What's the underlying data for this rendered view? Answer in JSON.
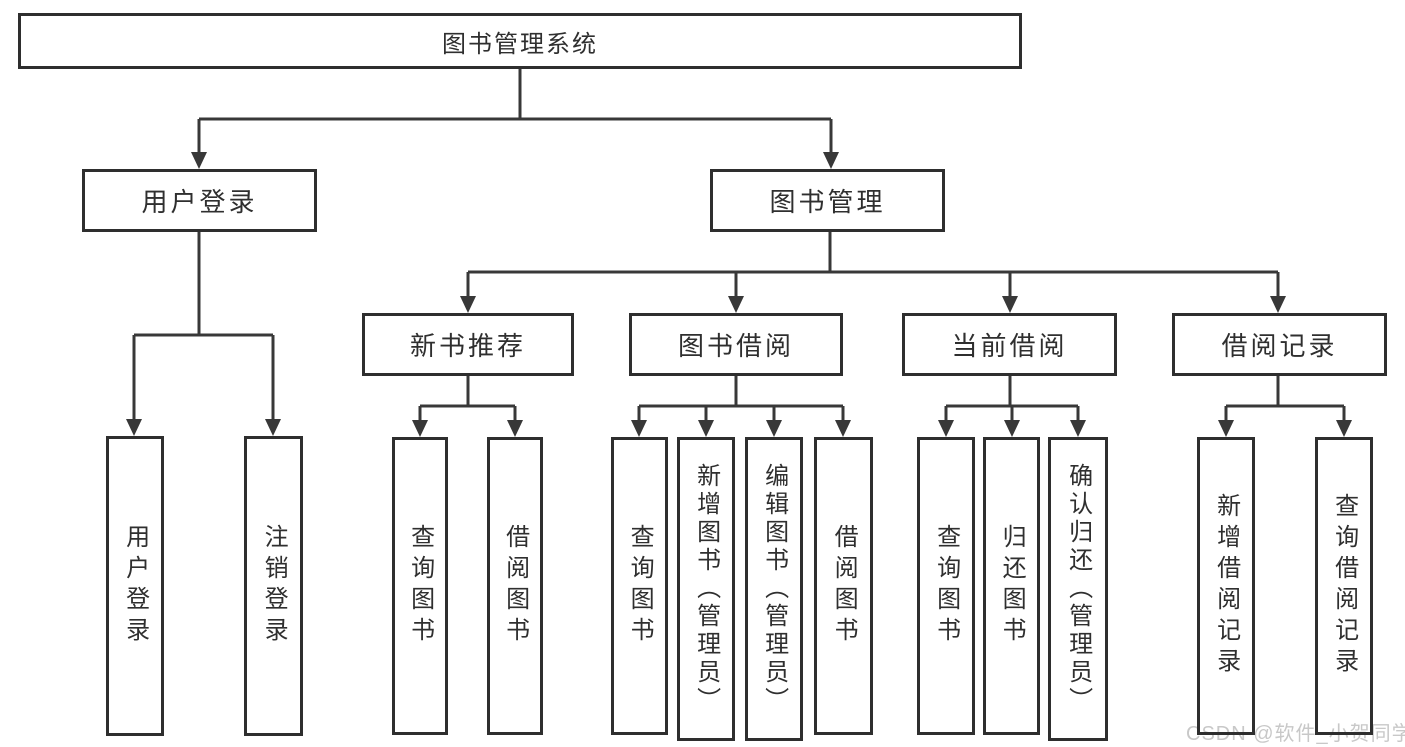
{
  "colors": {
    "background": "#ffffff",
    "line": "#383838",
    "box_border": "#2e2e2e",
    "text": "#2f2f2f",
    "watermark": "#c8c8c8"
  },
  "watermark": {
    "text": "CSDN @软件_小贺同学"
  },
  "tree": {
    "label": "图书管理系统",
    "children": [
      {
        "label": "用户登录",
        "children": [
          {
            "label": "用户登录"
          },
          {
            "label": "注销登录"
          }
        ]
      },
      {
        "label": "图书管理",
        "children": [
          {
            "label": "新书推荐",
            "children": [
              {
                "label": "查询图书"
              },
              {
                "label": "借阅图书"
              }
            ]
          },
          {
            "label": "图书借阅",
            "children": [
              {
                "label": "查询图书"
              },
              {
                "label": "新增图书（管理员）"
              },
              {
                "label": "编辑图书（管理员）"
              },
              {
                "label": "借阅图书"
              }
            ]
          },
          {
            "label": "当前借阅",
            "children": [
              {
                "label": "查询图书"
              },
              {
                "label": "归还图书"
              },
              {
                "label": "确认归还（管理员）"
              }
            ]
          },
          {
            "label": "借阅记录",
            "children": [
              {
                "label": "新增借阅记录"
              },
              {
                "label": "查询借阅记录"
              }
            ]
          }
        ]
      }
    ]
  }
}
